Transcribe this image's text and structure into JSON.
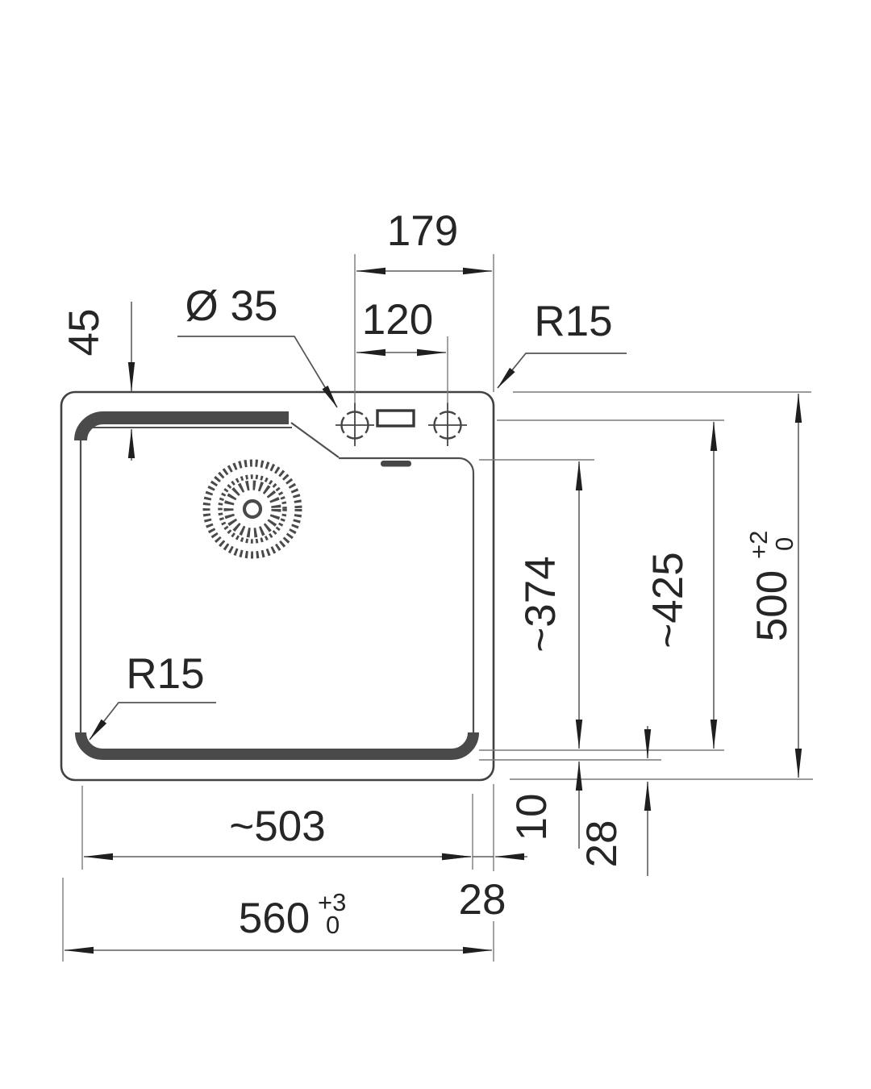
{
  "drawing": {
    "subject": "sink-technical-drawing-top-view",
    "units": "mm",
    "background_color": "#ffffff",
    "line_color": "#414141",
    "text_color": "#262626",
    "labels": {
      "top_span": "179",
      "hole_spacing": "120",
      "hole_diameter": "Ø 35",
      "corner_radius_top_right": "R15",
      "rim_offset_top": "45",
      "bowl_length_front": "~374",
      "bowl_length_back": "~425",
      "outer_depth": "500",
      "outer_depth_tol_plus": "+2",
      "outer_depth_tol_minus": "0",
      "corner_radius_bowl": "R15",
      "bowl_width": "~503",
      "right_edge_offset": "28",
      "bottom_rim_band": "10",
      "bottom_edge_offset": "28",
      "outer_width": "560",
      "outer_width_tol_plus": "+3",
      "outer_width_tol_minus": "0"
    }
  }
}
